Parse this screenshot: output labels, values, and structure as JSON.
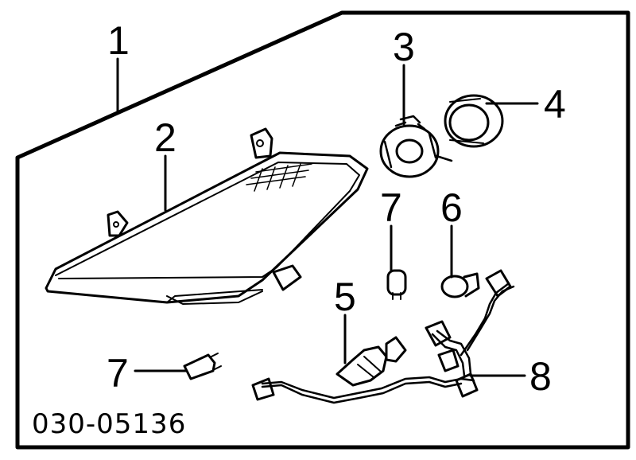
{
  "callouts": [
    {
      "id": "1",
      "label": "1"
    },
    {
      "id": "2",
      "label": "2"
    },
    {
      "id": "3",
      "label": "3"
    },
    {
      "id": "4",
      "label": "4"
    },
    {
      "id": "5",
      "label": "5"
    },
    {
      "id": "6",
      "label": "6"
    },
    {
      "id": "7a",
      "label": "7"
    },
    {
      "id": "7b",
      "label": "7"
    },
    {
      "id": "8",
      "label": "8"
    }
  ],
  "diagram_code": "030-05136",
  "colors": {
    "ink": "#000000",
    "paper": "#ffffff",
    "shade": "#bdbdbd"
  }
}
